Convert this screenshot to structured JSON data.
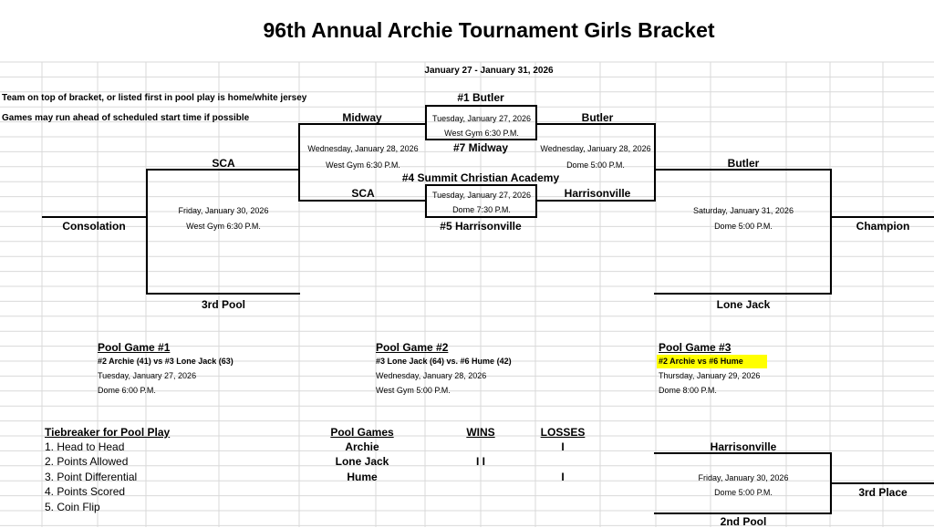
{
  "title": "96th Annual Archie Tournament Girls Bracket",
  "dates": "January 27 - January 31, 2026",
  "notes": [
    "Team on top of bracket, or listed first in pool play is home/white jersey",
    "Games may run ahead of scheduled start time if possible"
  ],
  "bracket": {
    "seed1": "#1 Butler",
    "seed7": "#7 Midway",
    "seed4": "#4 Summit Christian Academy",
    "seed5": "#5 Harrisonville",
    "g1": {
      "home": "Midway",
      "away": "Butler",
      "date": "Tuesday, January 27, 2026",
      "venue": "West Gym 6:30 P.M."
    },
    "g2": {
      "home": "SCA",
      "away": "Harrisonville",
      "date": "Tuesday, January 27, 2026",
      "venue": "Dome 7:30 P.M."
    },
    "semi_left": {
      "date": "Wednesday, January 28, 2026",
      "venue": "West Gym 6:30 P.M."
    },
    "semi_right": {
      "date": "Wednesday, January 28, 2026",
      "venue": "Dome 5:00 P.M."
    },
    "consolation": {
      "top": "SCA",
      "bottom": "3rd Pool",
      "date": "Friday, January 30, 2026",
      "venue": "West Gym 6:30 P.M.",
      "label": "Consolation"
    },
    "championship": {
      "top": "Butler",
      "bottom": "Lone Jack",
      "date": "Saturday, January 31, 2026",
      "venue": "Dome 5:00 P.M.",
      "label": "Champion"
    },
    "third_place": {
      "top": "Harrisonville",
      "bottom": "2nd Pool",
      "date": "Friday, January 30, 2026",
      "venue": "Dome 5:00 P.M.",
      "label": "3rd Place"
    }
  },
  "pool_games": [
    {
      "title": "Pool Game #1",
      "matchup": "#2 Archie (41) vs #3 Lone Jack (63)",
      "date": "Tuesday, January 27, 2026",
      "venue": "Dome 6:00 P.M."
    },
    {
      "title": "Pool Game #2",
      "matchup": "#3 Lone Jack (64) vs. #6 Hume (42)",
      "date": "Wednesday, January 28, 2026",
      "venue": "West Gym 5:00 P.M."
    },
    {
      "title": "Pool Game #3",
      "matchup": "#2 Archie vs #6 Hume",
      "date": "Thursday, January 29, 2026",
      "venue": "Dome 8:00 P.M."
    }
  ],
  "tiebreaker": {
    "title": "Tiebreaker for Pool Play",
    "items": [
      "1. Head to Head",
      "2. Points Allowed",
      "3. Point Differential",
      "4. Points Scored",
      "5. Coin Flip"
    ]
  },
  "standings": {
    "headers": [
      "Pool Games",
      "WINS",
      "LOSSES"
    ],
    "rows": [
      {
        "team": "Archie",
        "wins": "",
        "losses": "I"
      },
      {
        "team": "Lone Jack",
        "wins": "I I",
        "losses": ""
      },
      {
        "team": "Hume",
        "wins": "",
        "losses": "I"
      }
    ]
  },
  "colors": {
    "highlight": "#ffff00",
    "gridline": "#d9d9d9"
  }
}
